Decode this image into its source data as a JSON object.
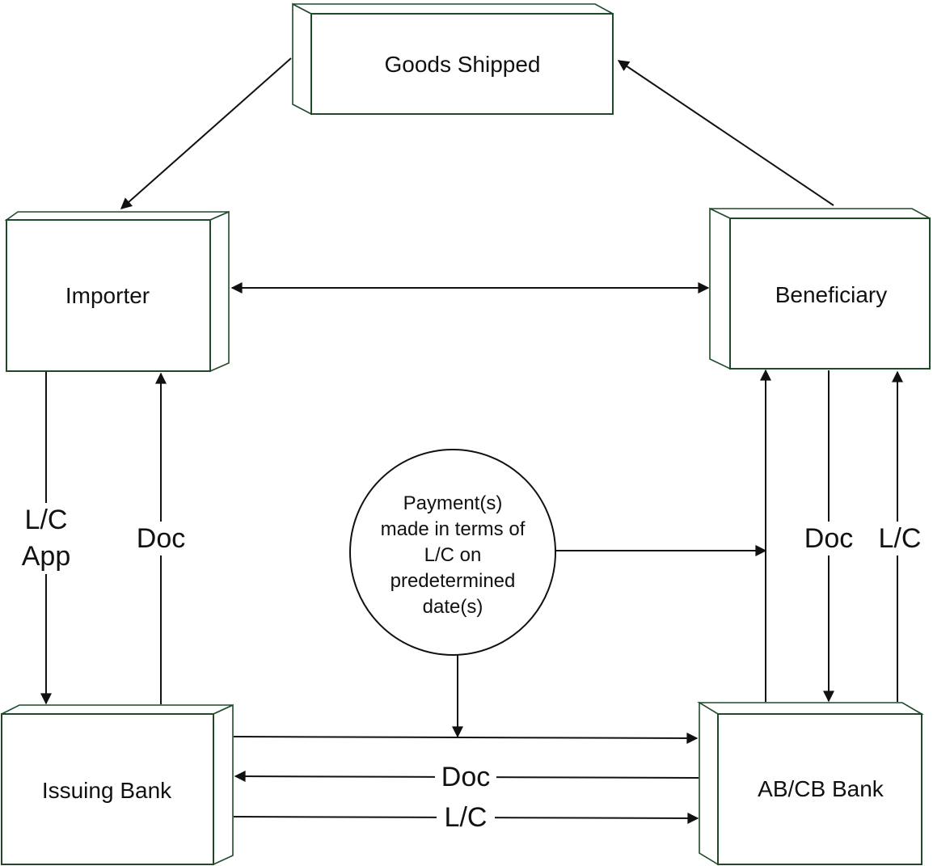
{
  "nodes": {
    "goods_shipped": "Goods Shipped",
    "importer": "Importer",
    "beneficiary": "Beneficiary",
    "issuing_bank": "Issuing Bank",
    "ab_cb_bank": "AB/CB Bank"
  },
  "payment_note": {
    "lines": [
      "Payment(s)",
      "made in terms of",
      "L/C on",
      "predetermined",
      "date(s)"
    ]
  },
  "edge_labels": {
    "importer_to_issuing_line1": "L/C",
    "importer_to_issuing_line2": "App",
    "issuing_to_importer": "Doc",
    "beneficiary_to_bank": "Doc",
    "bank_to_beneficiary": "L/C",
    "bank_to_issuing": "Doc",
    "issuing_to_bank": "L/C"
  },
  "colors": {
    "box_outline": "#1f4a2a",
    "arrow": "#111111",
    "background": "#ffffff"
  }
}
